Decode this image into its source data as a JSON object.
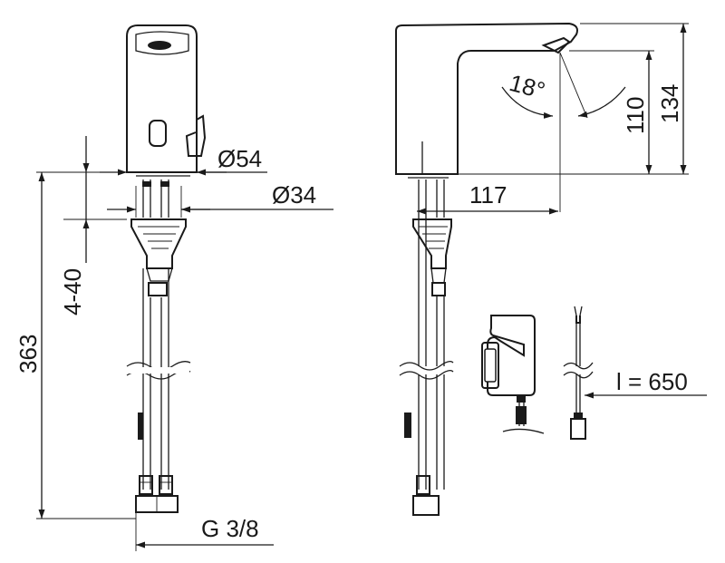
{
  "dimensions": {
    "d54": "Ø54",
    "d34": "Ø34",
    "range": "4-40",
    "height363": "363",
    "thread": "G 3/8",
    "reach117": "117",
    "angle18": "18°",
    "height110": "110",
    "height134": "134",
    "cable": "l = 650"
  }
}
